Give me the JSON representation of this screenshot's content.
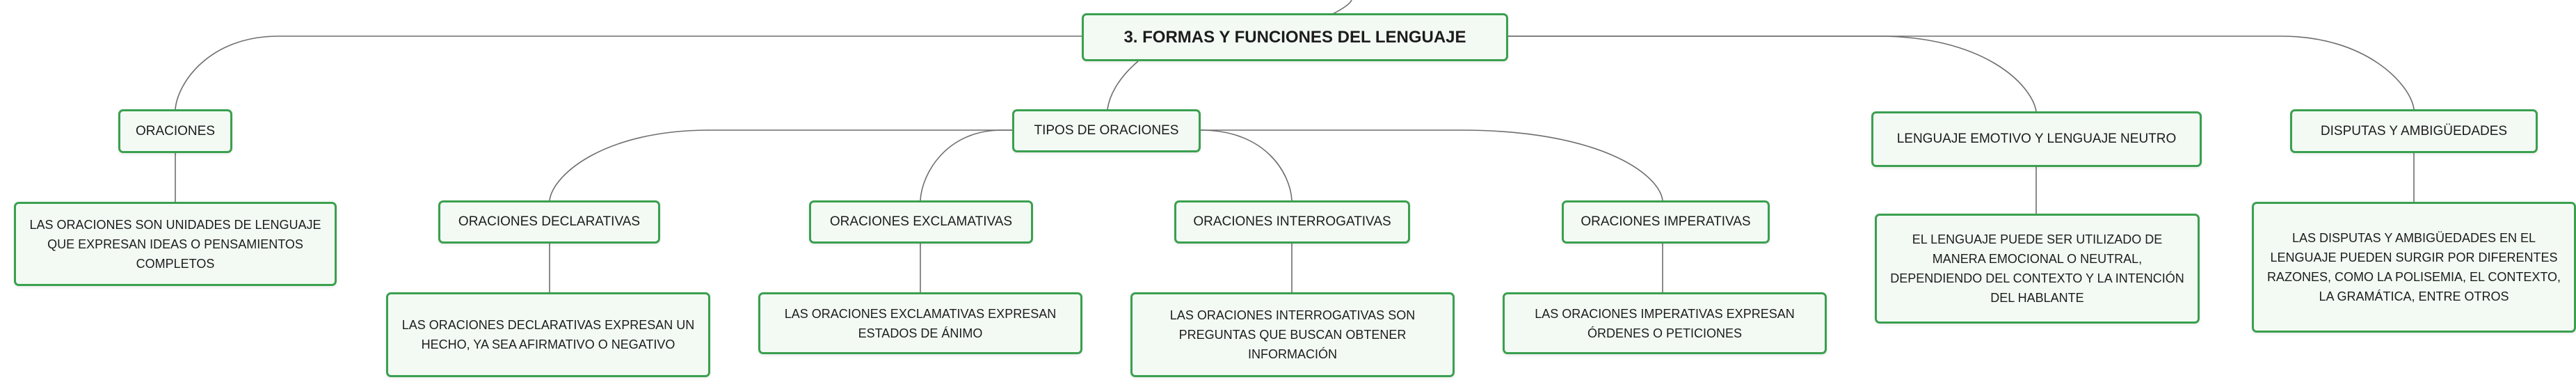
{
  "colors": {
    "node_border": "#3aa04f",
    "node_fill": "#f3faf4",
    "edge": "#6e6e6e"
  },
  "root": {
    "label": "3. FORMAS Y FUNCIONES DEL LENGUAJE"
  },
  "oraciones": {
    "label": "ORACIONES",
    "desc": "LAS ORACIONES SON UNIDADES DE LENGUAJE QUE EXPRESAN IDEAS O PENSAMIENTOS COMPLETOS"
  },
  "tipos": {
    "label": "TIPOS DE ORACIONES",
    "declarativas": {
      "label": "ORACIONES DECLARATIVAS",
      "desc": "LAS ORACIONES DECLARATIVAS EXPRESAN UN HECHO, YA SEA AFIRMATIVO O NEGATIVO"
    },
    "exclamativas": {
      "label": "ORACIONES EXCLAMATIVAS",
      "desc": "LAS ORACIONES EXCLAMATIVAS EXPRESAN ESTADOS DE ÁNIMO"
    },
    "interrogativas": {
      "label": "ORACIONES INTERROGATIVAS",
      "desc": "LAS ORACIONES INTERROGATIVAS SON PREGUNTAS QUE BUSCAN OBTENER INFORMACIÓN"
    },
    "imperativas": {
      "label": "ORACIONES IMPERATIVAS",
      "desc": "LAS ORACIONES IMPERATIVAS EXPRESAN ÓRDENES O PETICIONES"
    }
  },
  "lenguaje": {
    "label": "LENGUAJE EMOTIVO Y LENGUAJE NEUTRO",
    "desc": "EL LENGUAJE PUEDE SER UTILIZADO DE MANERA EMOCIONAL O NEUTRAL, DEPENDIENDO DEL CONTEXTO Y LA INTENCIÓN DEL HABLANTE"
  },
  "disputas": {
    "label": "DISPUTAS Y AMBIGÜEDADES",
    "desc": "LAS DISPUTAS Y AMBIGÜEDADES EN EL LENGUAJE PUEDEN SURGIR POR DIFERENTES RAZONES, COMO LA POLISEMIA, EL CONTEXTO, LA GRAMÁTICA, ENTRE OTROS"
  }
}
